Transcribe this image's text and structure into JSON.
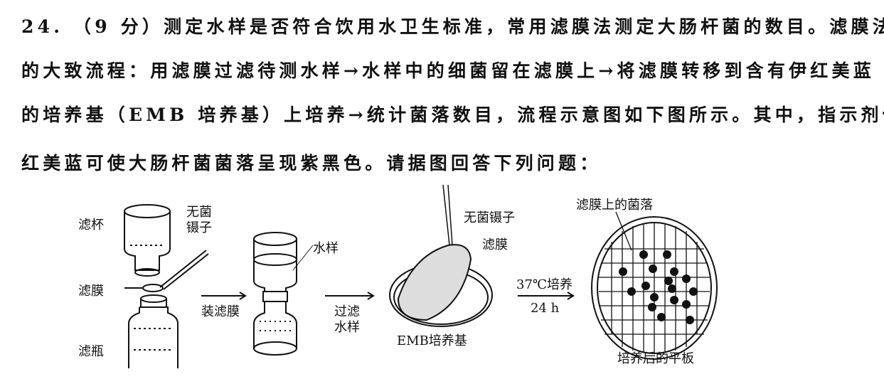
{
  "question": {
    "lines": [
      "24. （9 分）测定水样是否符合饮用水卫生标准，常用滤膜法测定大肠杆菌的数目。滤膜法",
      "的大致流程：用滤膜过滤待测水样→水样中的细菌留在滤膜上→将滤膜转移到含有伊红美蓝",
      "的培养基（EMB 培养基）上培养→统计菌落数目，流程示意图如下图所示。其中，指示剂伊",
      "红美蓝可使大肠杆菌菌落呈现紫黑色。请据图回答下列问题："
    ]
  },
  "figure": {
    "filter_cup": "滤杯",
    "sterile_tweezers_1a": "无菌",
    "sterile_tweezers_1b": "镊子",
    "membrane_1": "滤膜",
    "filter_bottle": "滤瓶",
    "step_install": "装滤膜",
    "water_sample": "水样",
    "step_filter_a": "过滤",
    "step_filter_b": "水样",
    "sterile_tweezers_2": "无菌镊子",
    "membrane_2": "滤膜",
    "emb_medium": "EMB培养基",
    "step_culture_a": "37℃培养",
    "step_culture_b": "24 h",
    "colonies_label": "滤膜上的菌落",
    "plate_label": "培养后的平板"
  }
}
